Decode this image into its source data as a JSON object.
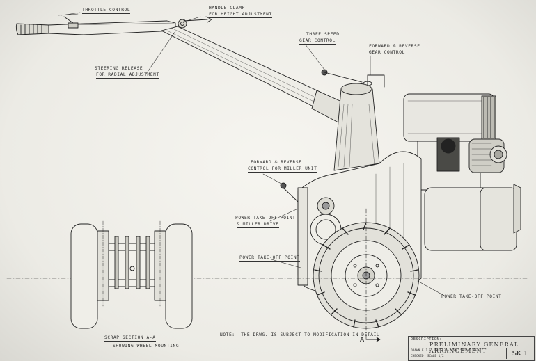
{
  "labels": {
    "throttle": "THROTTLE CONTROL",
    "handle_clamp_1": "HANDLE CLAMP",
    "handle_clamp_2": "FOR HEIGHT ADJUSTMENT",
    "three_speed_1": "THREE SPEED",
    "three_speed_2": "GEAR CONTROL",
    "fwd_rev_gear_1": "FORWARD & REVERSE",
    "fwd_rev_gear_2": "GEAR CONTROL",
    "steering_1": "STEERING RELEASE",
    "steering_2": "FOR RADIAL ADJUSTMENT",
    "fwd_rev_miller_1": "FORWARD & REVERSE",
    "fwd_rev_miller_2": "CONTROL FOR MILLER UNIT",
    "pto_miller_1": "POWER TAKE-OFF POINT",
    "pto_miller_2": "& MILLER DRIVE",
    "pto_left": "POWER TAKE-OFF POINT",
    "pto_right": "POWER TAKE-OFF POINT",
    "scrap_section_1": "SCRAP SECTION A-A",
    "scrap_section_2": "SHOWING WHEEL MOUNTING",
    "note": "NOTE:- THE DRWG. IS SUBJECT TO MODIFICATION IN DETAIL",
    "section_mark": "A"
  },
  "title_block": {
    "description_label": "DESCRIPTION:-",
    "title": "PRELIMINARY GENERAL ARRANGEMENT",
    "drawn": "DRAWN F.J.S",
    "date": "DATE 31-1-55",
    "checked": "CHECKED",
    "scale": "SCALE 1/2",
    "sheet_of": "SHT. 1 OF 2",
    "sheet_number": "SK 1"
  }
}
